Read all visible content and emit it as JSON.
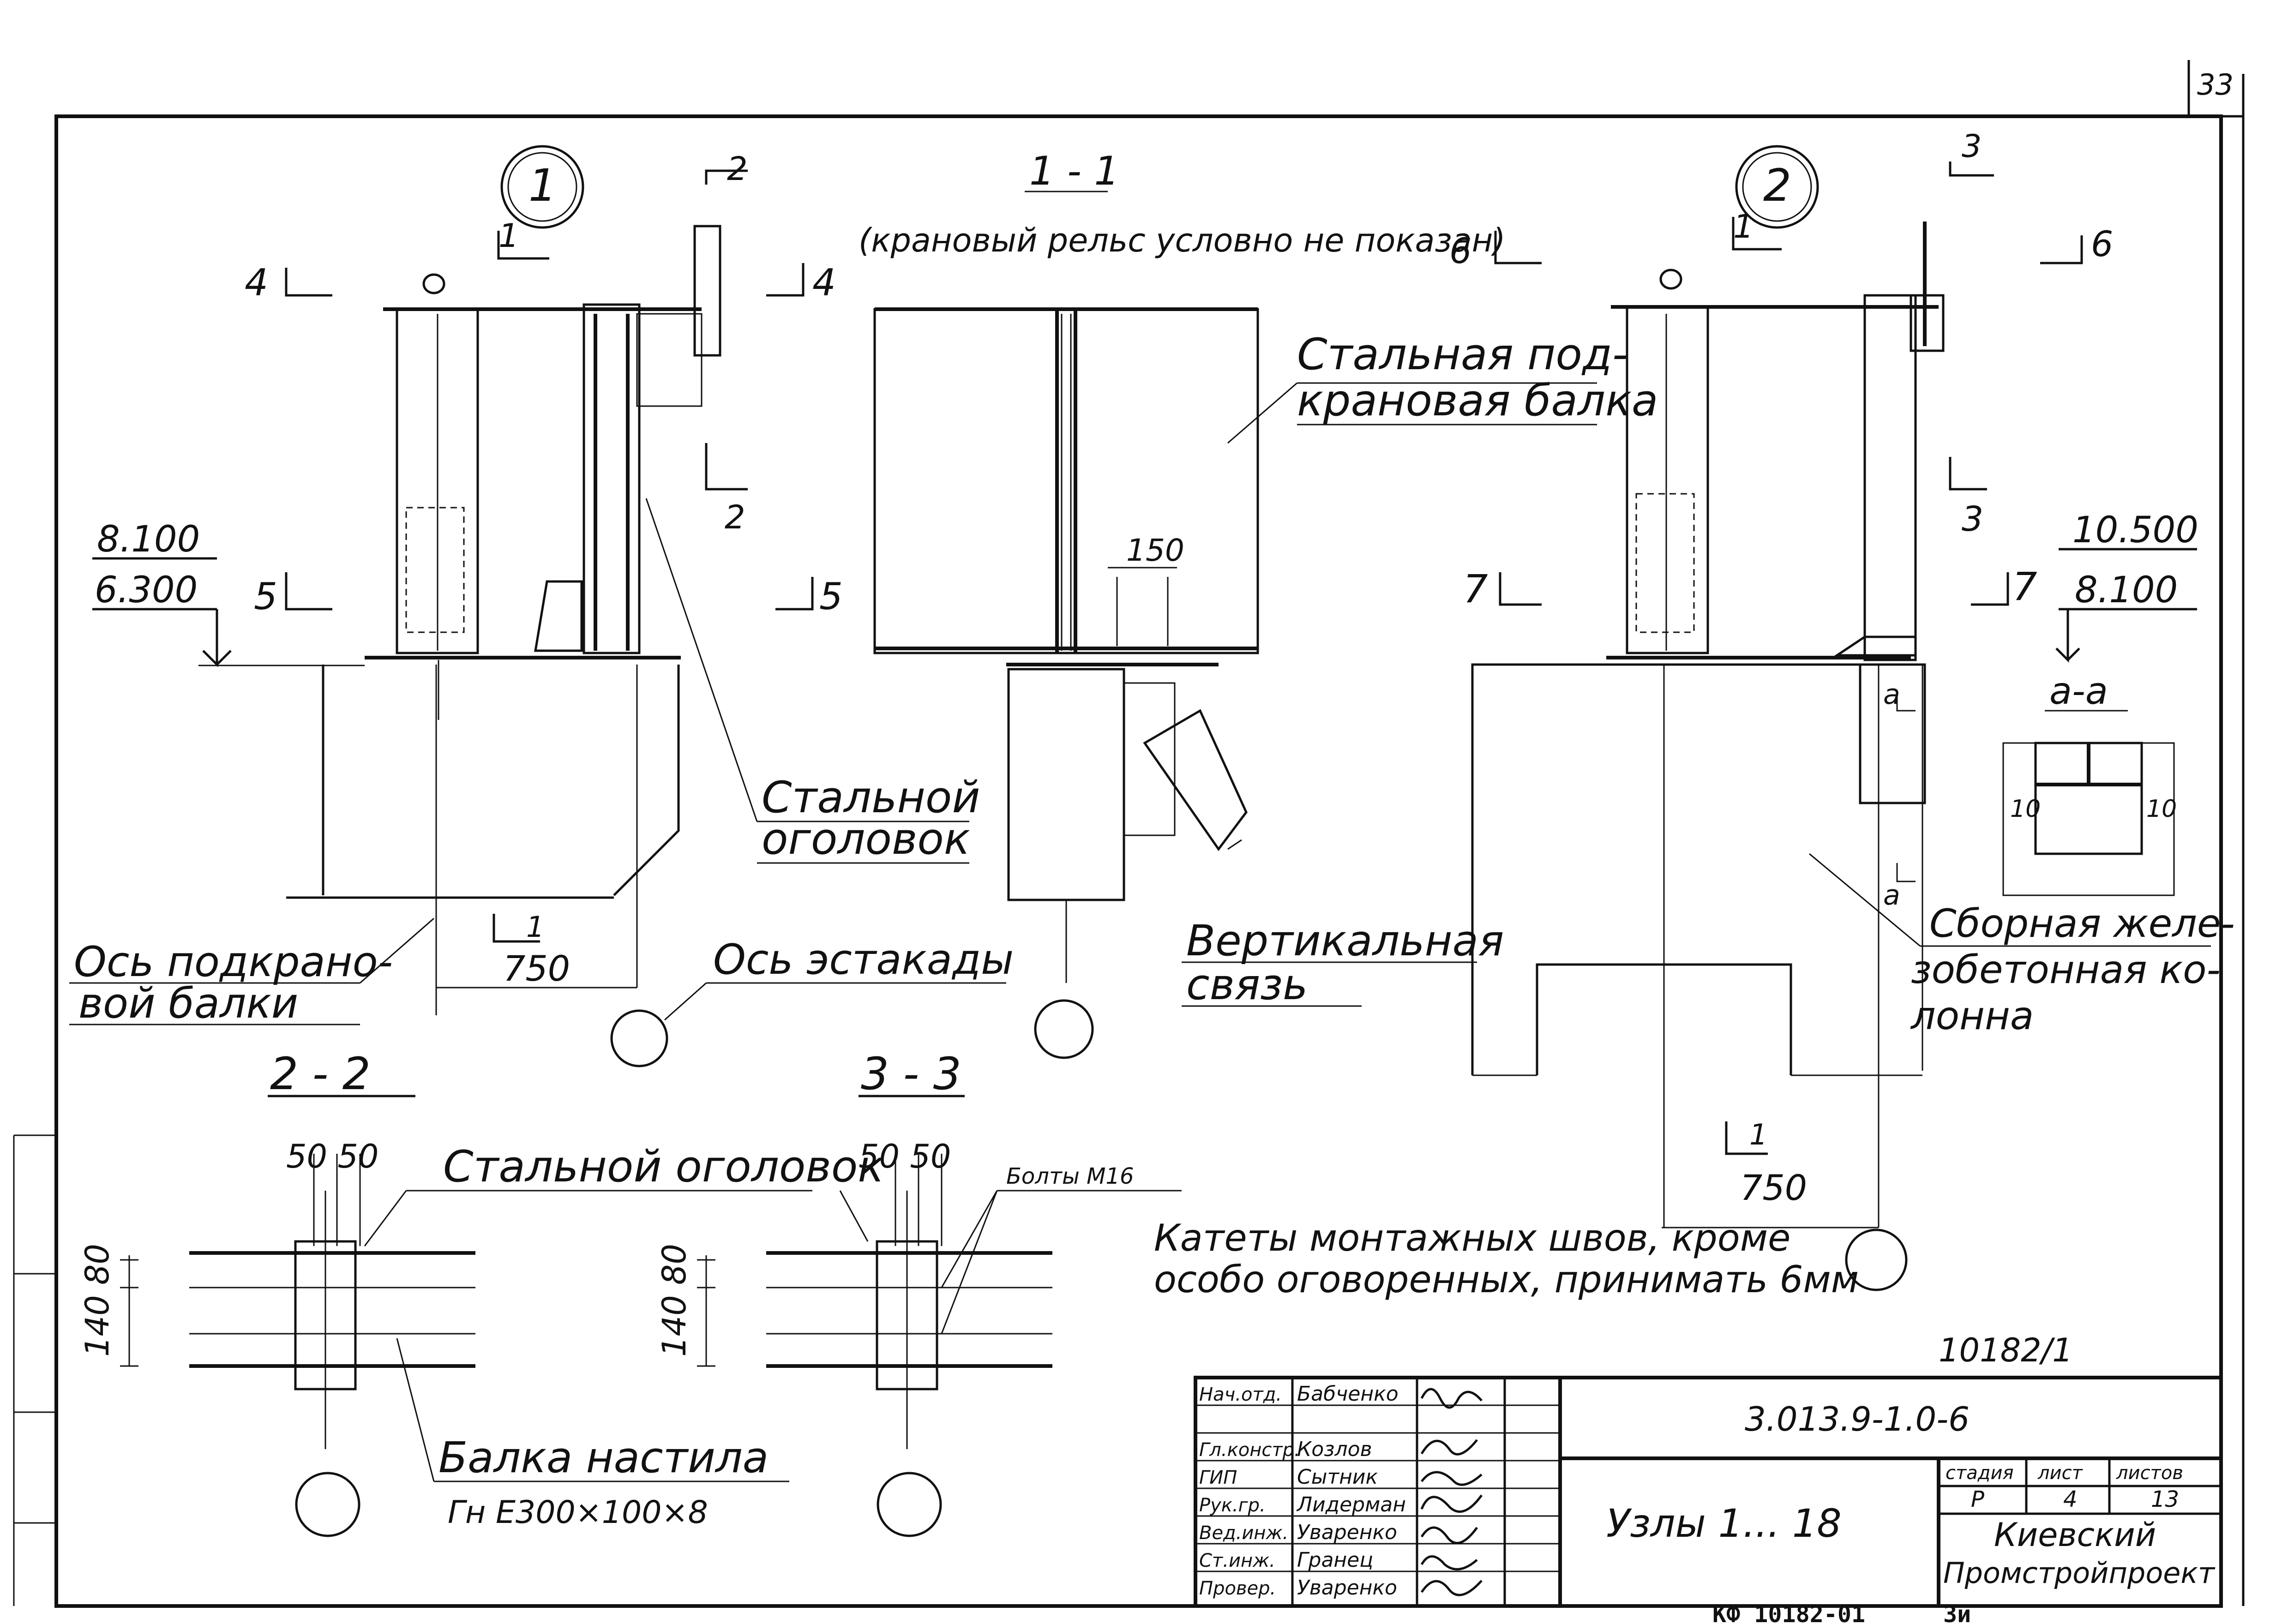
{
  "sheet": {
    "page_number": "33",
    "bottom_code": "КФ 10182-01",
    "bottom_code_suffix": "3и",
    "archive_number": "10182/1"
  },
  "node1": {
    "marker": "1",
    "section_marks": [
      "1",
      "2",
      "2",
      "4",
      "4",
      "5"
    ],
    "level_upper": "8.100",
    "level_lower": "6.300",
    "dimension": "750",
    "section_ref": "1",
    "label_head_1": "Стальной",
    "label_head_2": "оголовок",
    "label_beam_axis_1": "Ось подкрано-",
    "label_beam_axis_2": "вой балки",
    "label_trestle_axis": "Ось эстакады"
  },
  "section_1_1": {
    "title": "1 - 1",
    "note": "(крановый рельс условно не показан)",
    "section_marks": [
      "6",
      "5"
    ],
    "label_beam_1": "Стальная под-",
    "label_beam_2": "крановая балка",
    "dimension": "150",
    "label_bracing_1": "Вертикальная",
    "label_bracing_2": "связь"
  },
  "node2": {
    "marker": "2",
    "section_marks": [
      "1",
      "3",
      "3",
      "6",
      "7",
      "7"
    ],
    "level_upper": "10.500",
    "level_lower": "8.100",
    "section_aa_title": "а-а",
    "section_a_mark": "а",
    "weld_size": "10",
    "dimension": "750",
    "section_ref": "1",
    "label_column_1": "Сборная желе-",
    "label_column_2": "зобетонная ко-",
    "label_column_3": "лонна"
  },
  "section_2_2": {
    "title": "2 - 2",
    "dim_top": "50 50",
    "dim_side": "140 80",
    "label_head": "Стальной оголовок",
    "label_deck_beam": "Балка настила",
    "label_deck_profile": "Гн Е300×100×8"
  },
  "section_3_3": {
    "title": "3 - 3",
    "dim_top": "50 50",
    "dim_side": "140 80",
    "label_bolts": "Болты М16"
  },
  "note": {
    "line1": "Катеты монтажных швов, кроме",
    "line2": "особо оговоренных, принимать 6мм"
  },
  "title_block": {
    "doc_code": "3.013.9-1.0-6",
    "drawing_title": "Узлы 1... 18",
    "head_stage": "стадия",
    "head_sheet": "лист",
    "head_sheets": "листов",
    "stage": "Р",
    "sheet_no": "4",
    "sheets_total": "13",
    "org_1": "Киевский",
    "org_2": "Промстройпроект",
    "staff": [
      {
        "role": "Нач.отд.",
        "name": "Бабченко"
      },
      {
        "role": "Гл.констр.",
        "name": "Козлов"
      },
      {
        "role": "ГИП",
        "name": "Сытник"
      },
      {
        "role": "Рук.гр.",
        "name": "Лидерман"
      },
      {
        "role": "Вед.инж.",
        "name": "Уваренко"
      },
      {
        "role": "Ст.инж.",
        "name": "Гранец"
      },
      {
        "role": "Провер.",
        "name": "Уваренко"
      }
    ]
  }
}
